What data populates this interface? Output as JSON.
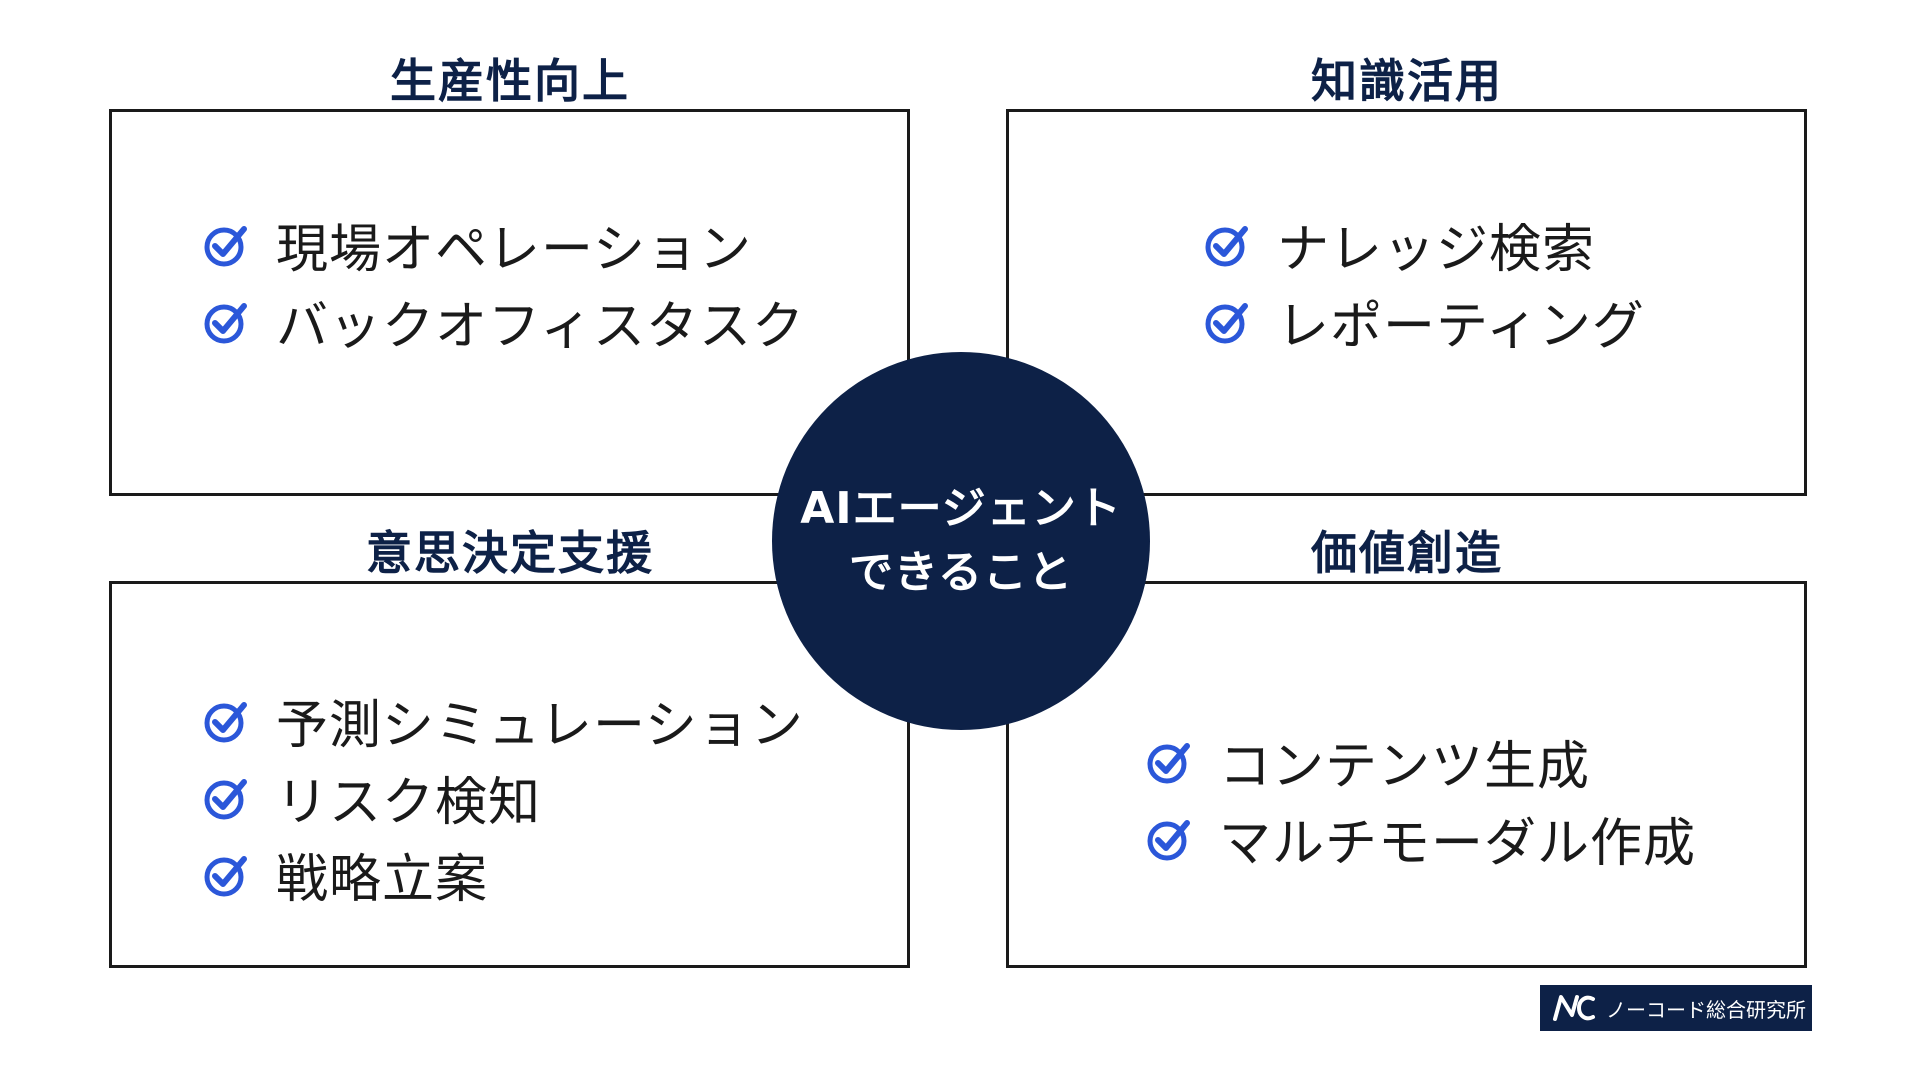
{
  "center": {
    "line1": "AIエージェント",
    "line2": "できること"
  },
  "quadrants": [
    {
      "title": "生産性向上",
      "items": [
        "現場オペレーション",
        "バックオフィスタスク"
      ]
    },
    {
      "title": "知識活用",
      "items": [
        "ナレッジ検索",
        "レポーティング"
      ]
    },
    {
      "title": "意思決定支援",
      "items": [
        "予測シミュレーション",
        "リスク検知",
        "戦略立案"
      ]
    },
    {
      "title": "価値創造",
      "items": [
        "コンテンツ生成",
        "マルチモーダル作成"
      ]
    }
  ],
  "logo": {
    "text": "ノーコード総合研究所"
  },
  "icons": {
    "item_marker": "checkmark-circle-icon",
    "logo_mark": "nc-logo-icon"
  },
  "colors": {
    "navy": "#0d2147",
    "check_blue": "#2b57d9",
    "border": "#1a1a1a"
  }
}
